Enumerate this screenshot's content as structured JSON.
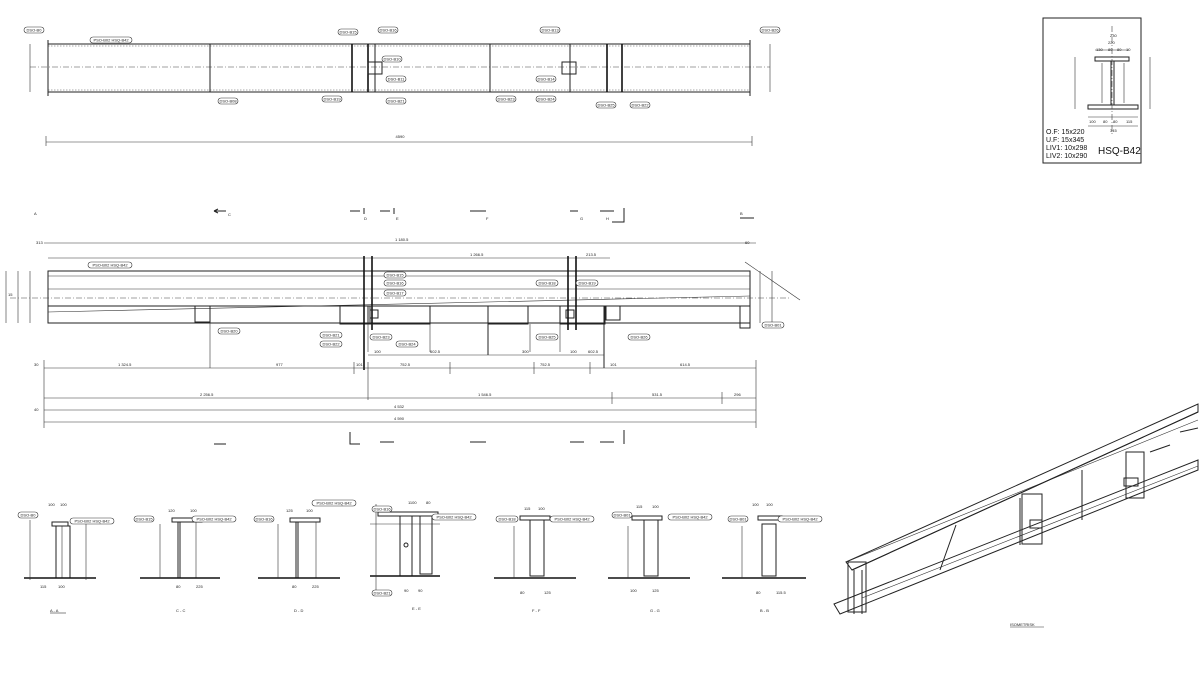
{
  "elevation_top": {
    "tags": [
      "DSO-B0",
      "PSO-B02  HSQ-B42",
      "DSO-B15",
      "DSO-B16",
      "DSO-B10",
      "DSO-B11",
      "DSO-B13",
      "DSO-B14",
      "DSO-B08",
      "DSO-B19",
      "DSO-B21",
      "DSO-B23",
      "DSO-B24",
      "DSO-B25",
      "DSO-B22",
      "DSO-B26"
    ],
    "total_dim": "4590"
  },
  "section_box": {
    "dims_top": [
      "230",
      "220",
      "130",
      "80",
      "80",
      "10"
    ],
    "dims_bottom": [
      "100",
      "80",
      "80",
      "115",
      "345"
    ],
    "props": [
      "O.F: 15x220",
      "U.F: 15x345",
      "LIV1: 10x298",
      "LIV2: 10x290"
    ],
    "profile": "HSQ-B42"
  },
  "elevation_main": {
    "section_marks": [
      "A",
      "C",
      "D",
      "E",
      "F",
      "G",
      "H",
      "B"
    ],
    "tags": [
      "PSO-B02  HSQ-B42",
      "DSO-B15",
      "DSO-B16",
      "DSO-B17",
      "DSO-B18",
      "DSO-B19",
      "DSO-B20",
      "DSO-B21",
      "DSO-B22",
      "DSO-B23",
      "DSO-B24",
      "DSO-B25",
      "DSO-B26",
      "DSO-B01"
    ],
    "dims_upper": [
      "1 180.5",
      "1 266.5",
      "213.5",
      "60"
    ],
    "dims_seg": [
      "1 324.5",
      "977",
      "101",
      "752.5",
      "752.5",
      "101",
      "614.5"
    ],
    "dims_inner": [
      "100",
      "602.5",
      "300",
      "100",
      "602.5"
    ],
    "dims_mid": [
      "2 256.5",
      "1 546.5",
      "531.5",
      "296"
    ],
    "dims_total": [
      "4 532",
      "4 590"
    ],
    "left_dims": [
      "313",
      "40",
      "30",
      "15"
    ]
  },
  "sections": [
    {
      "label": "A - A",
      "tags": [
        "DSO-B0",
        "PSO-B02  HSQ-B42"
      ],
      "dims": [
        "100",
        "100",
        "115",
        "100"
      ]
    },
    {
      "label": "C - C",
      "tags": [
        "DSO-B15",
        "PSO-B02  HSQ-B42"
      ],
      "dims": [
        "120",
        "100",
        "225",
        "80"
      ]
    },
    {
      "label": "D - D",
      "tags": [
        "DSO-B16",
        "PSO-B02  HSQ-B42"
      ],
      "dims": [
        "125",
        "100",
        "225",
        "80"
      ]
    },
    {
      "label": "E - E",
      "tags": [
        "DSO-B16",
        "PSO-B02  HSQ-B42",
        "DSO-B21"
      ],
      "dims": [
        "1100",
        "80",
        "90",
        "90"
      ]
    },
    {
      "label": "F - F",
      "tags": [
        "DSO-B18",
        "PSO-B02  HSQ-B42"
      ],
      "dims": [
        "115",
        "100",
        "80",
        "125"
      ]
    },
    {
      "label": "G - G",
      "tags": [
        "DSO-B01",
        "PSO-B02  HSQ-B42"
      ],
      "dims": [
        "115",
        "100",
        "100",
        "125"
      ]
    },
    {
      "label": "B - B",
      "tags": [
        "DSO-B01",
        "PSO-B02  HSQ-B42"
      ],
      "dims": [
        "100",
        "100",
        "115.5",
        "80"
      ]
    }
  ],
  "iso": {
    "label": "ISOMETRISK"
  }
}
